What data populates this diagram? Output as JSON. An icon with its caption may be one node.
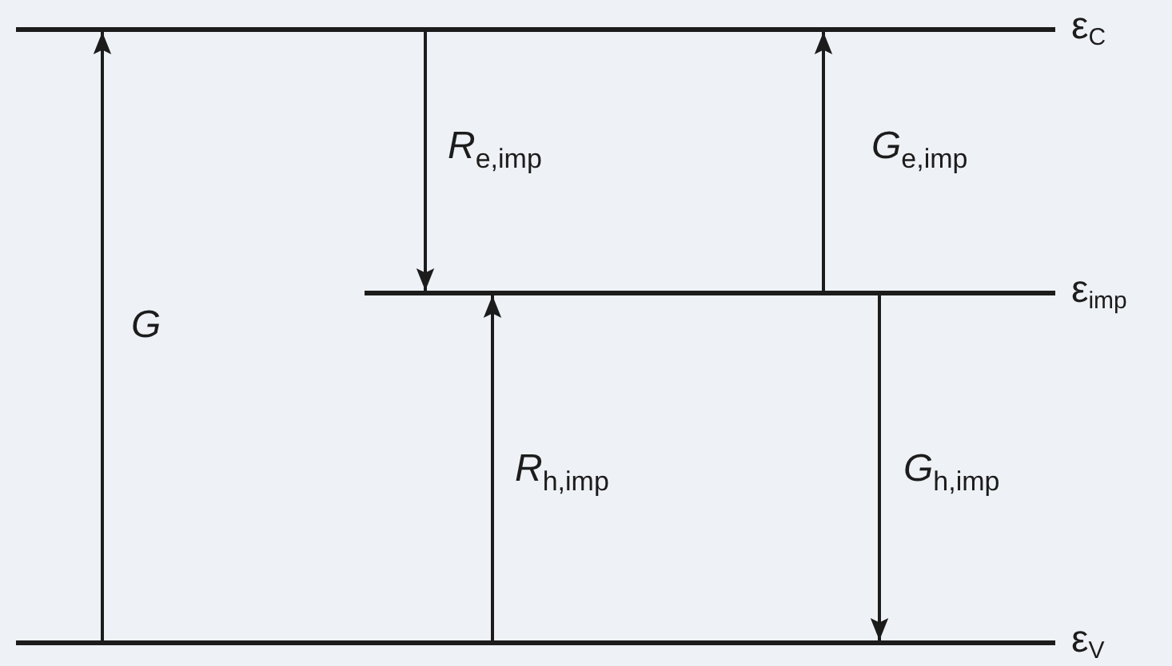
{
  "diagram": {
    "nodes": [
      {
        "text": [
          "ε$_{C}$"
        ]
      },
      {
        "text": [
          "ε$_{imp}$"
        ]
      },
      {
        "text": [
          "ε$_{V}$"
        ]
      }
    ],
    "edges": [
      {
        "from": 2,
        "to": 0,
        "arrow": "to",
        "label": "G"
      },
      {
        "from": 0,
        "to": 1,
        "arrow": "to",
        "label": "R$_{e,imp}$"
      },
      {
        "from": 1,
        "to": 0,
        "arrow": "to",
        "label": "G$_{e,imp}$"
      },
      {
        "from": 2,
        "to": 1,
        "arrow": "to",
        "label": "R$_{h,imp}$"
      },
      {
        "from": 1,
        "to": 2,
        "arrow": "to",
        "label": "G$_{h,imp}$"
      }
    ]
  }
}
